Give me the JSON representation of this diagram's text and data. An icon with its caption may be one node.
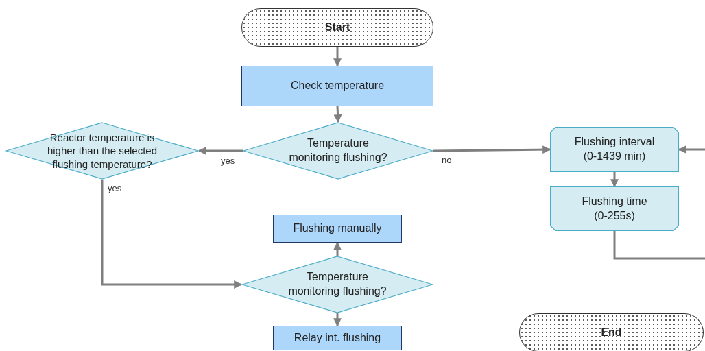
{
  "diagram": {
    "nodes": [
      {
        "text": [
          "Start"
        ]
      },
      {
        "text": [
          "Check temperature"
        ]
      },
      {
        "text": [
          "Temperature monitoring flushing?"
        ]
      },
      {
        "text": [
          "Reactor temperature is higher than the selected flushing temperature?"
        ]
      },
      {
        "text": [
          "Flushing interval (0-1439 min)"
        ]
      },
      {
        "text": [
          "Flushing time (0-255s)"
        ]
      },
      {
        "text": [
          "Flushing manually"
        ]
      },
      {
        "text": [
          "Temperature monitoring flushing?"
        ]
      },
      {
        "text": [
          "Relay int. flushing"
        ]
      },
      {
        "text": [
          "End"
        ]
      }
    ],
    "edges": [
      {
        "from": 0,
        "to": 1,
        "arrow": "to"
      },
      {
        "from": 1,
        "to": 2,
        "arrow": "to"
      },
      {
        "from": 2,
        "to": 3,
        "arrow": "to",
        "label": "yes"
      },
      {
        "from": 2,
        "to": 4,
        "arrow": "to",
        "label": "no"
      },
      {
        "from": 4,
        "to": 5,
        "arrow": "to"
      },
      {
        "from": 3,
        "to": 7,
        "arrow": "to",
        "label": "yes"
      },
      {
        "from": 7,
        "to": 6,
        "arrow": "to"
      },
      {
        "from": 7,
        "to": 8,
        "arrow": "to"
      },
      {
        "from": 5,
        "to": null,
        "arrow": "none"
      },
      {
        "from": null,
        "to": 4,
        "arrow": "to"
      }
    ]
  }
}
